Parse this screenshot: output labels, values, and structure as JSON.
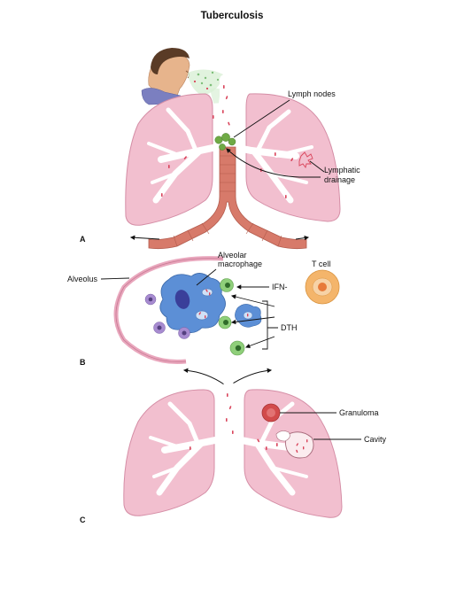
{
  "title": "Tuberculosis",
  "panels": {
    "a": "A",
    "b": "B",
    "c": "C"
  },
  "labels": {
    "lymph_nodes": "Lymph nodes",
    "lymphatic_drainage_1": "Lymphatic",
    "lymphatic_drainage_2": "drainage",
    "alveolus": "Alveolus",
    "alveolar_macrophage_1": "Alveolar",
    "alveolar_macrophage_2": "macrophage",
    "t_cell": "T cell",
    "ifn": "IFN-",
    "dth": "DTH",
    "granuloma": "Granuloma",
    "cavity": "Cavity"
  },
  "colors": {
    "lung": "#f2bfcf",
    "lung_outline": "#d58ea6",
    "airway": "#ffffff",
    "trachea": "#d77a6a",
    "lymph_node": "#6faa45",
    "bacteria": "#d9435a",
    "macrophage": "#5c8fd6",
    "t_cell": "#f4b56b",
    "dth_cell": "#8fcf7a",
    "granuloma": "#d24b4b",
    "purple_cell": "#a78bd0"
  }
}
